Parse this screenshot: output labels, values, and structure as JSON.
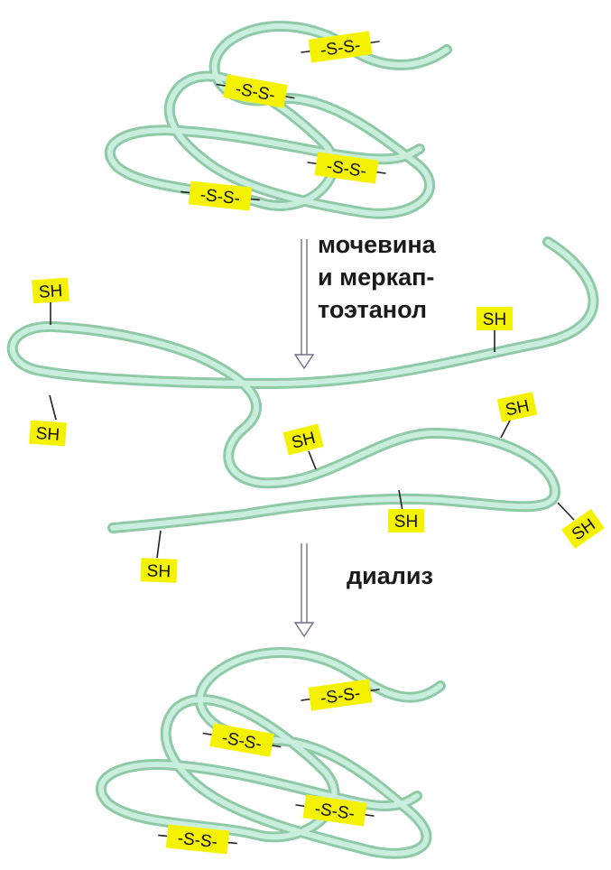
{
  "steps": {
    "step1_lines": [
      "мочевина",
      "и меркап-",
      "тоэтанол"
    ],
    "step2": "диализ"
  },
  "bonds": {
    "disulfide": "-S-S-",
    "thiol": "SH"
  },
  "colors": {
    "strand": "#8fcaa8",
    "strand_highlight": "#c9eedd",
    "label_box": "#f5f200",
    "arrow": "#6e6e8e"
  }
}
